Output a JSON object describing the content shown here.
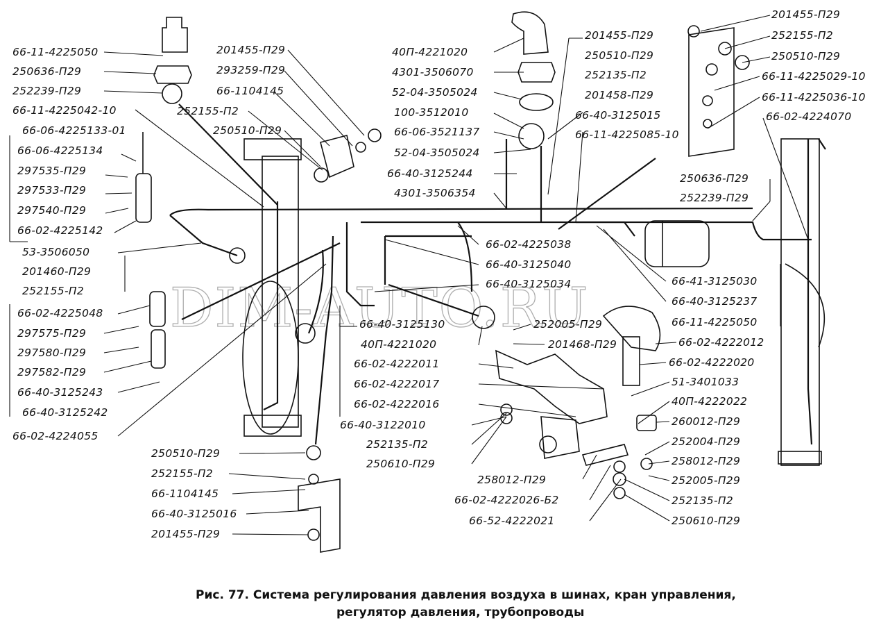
{
  "watermark": "DIM-AUTO.RU",
  "caption": {
    "line1": "Рис. 77.  Система регулирования давления воздуха в шинах,  кран управления,",
    "line2": "регулятор   давления,  трубопроводы"
  },
  "labels": {
    "l01": "66-11-4225050",
    "l02": "250636-П29",
    "l03": "252239-П29",
    "l04": "66-11-4225042-10",
    "l05": "66-06-4225133-01",
    "l06": "66-06-4225134",
    "l07": "297535-П29",
    "l08": "297533-П29",
    "l09": "297540-П29",
    "l10": "66-02-4225142",
    "l11": "53-3506050",
    "l12": "201460-П29",
    "l13": "252155-П2",
    "l14": "66-02-4225048",
    "l15": "297575-П29",
    "l16": "297580-П29",
    "l17": "297582-П29",
    "l18": "66-40-3125243",
    "l19": "66-40-3125242",
    "l20": "66-02-4224055",
    "l21": "201455-П29",
    "l22": "293259-П29",
    "l23": "66-1104145",
    "l24": "252155-П2",
    "l25": "250510-П29",
    "l26": "40П-4221020",
    "l27": "4301-3506070",
    "l28": "52-04-3505024",
    "l29": "100-3512010",
    "l30": "66-06-3521137",
    "l31": "52-04-3505024",
    "l32": "66-40-3125244",
    "l33": "4301-3506354",
    "l34": "201455-П29",
    "l35": "250510-П29",
    "l36": "252135-П2",
    "l37": "201458-П29",
    "l38": "66-40-3125015",
    "l39": "66-11-4225085-10",
    "l40": "201455-П29",
    "l41": "252155-П2",
    "l42": "250510-П29",
    "l43": "66-11-4225029-10",
    "l44": "66-11-4225036-10",
    "l45": "66-02-4224070",
    "l46": "250636-П29",
    "l47": "252239-П29",
    "l48": "66-02-4225038",
    "l49": "66-40-3125040",
    "l50": "66-40-3125034",
    "l51": "66-41-3125030",
    "l52": "66-40-3125237",
    "l53": "66-11-4225050",
    "l54": "66-40-3125130",
    "l55": "40П-4221020",
    "l56": "252005-П29",
    "l57": "201468-П29",
    "l58": "66-02-4222012",
    "l59": "66-02-4222011",
    "l60": "66-02-4222020",
    "l61": "66-02-4222017",
    "l62": "51-3401033",
    "l63": "66-02-4222016",
    "l64": "40П-4222022",
    "l65": "66-40-3122010",
    "l66": "260012-П29",
    "l67": "252135-П2",
    "l68": "252004-П29",
    "l69": "250610-П29",
    "l70": "258012-П29",
    "l71": "258012-П29",
    "l72": "252005-П29",
    "l73": "66-02-4222026-Б2",
    "l74": "252135-П2",
    "l75": "66-52-4222021",
    "l76": "250610-П29",
    "l77": "250510-П29",
    "l78": "252155-П2",
    "l79": "66-1104145",
    "l80": "66-40-3125016",
    "l81": "201455-П29"
  }
}
